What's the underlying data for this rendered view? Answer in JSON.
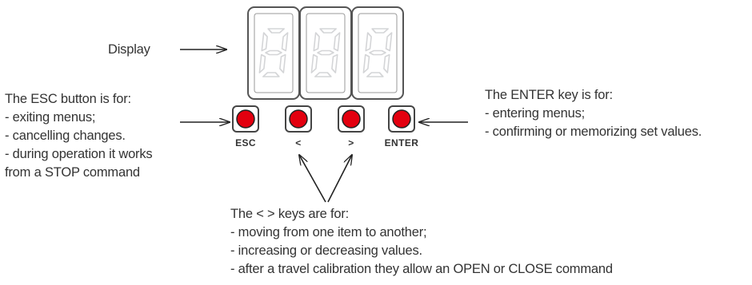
{
  "display": {
    "label": "Display",
    "digits": [
      "8",
      "8",
      "8"
    ]
  },
  "keys": [
    {
      "id": "esc",
      "label": "ESC"
    },
    {
      "id": "left",
      "label": "<"
    },
    {
      "id": "right",
      "label": ">"
    },
    {
      "id": "enter",
      "label": "ENTER"
    }
  ],
  "notes": {
    "esc": {
      "title": "The ESC button is for:",
      "lines": [
        "- exiting menus;",
        "- cancelling changes.",
        "- during operation it works",
        "from a STOP command"
      ]
    },
    "enter": {
      "title": "The ENTER key is for:",
      "lines": [
        "- entering menus;",
        "- confirming or memorizing set values."
      ]
    },
    "arrows": {
      "title": "The < > keys are for:",
      "lines": [
        "- moving from one item to another;",
        "- increasing or decreasing values.",
        "- after a travel calibration they allow an OPEN or CLOSE command"
      ]
    }
  },
  "colors": {
    "key_red": "#e3000f",
    "outline": "#6d6e70",
    "digit_segment": "#d4d5d7",
    "arrow": "#222222"
  }
}
